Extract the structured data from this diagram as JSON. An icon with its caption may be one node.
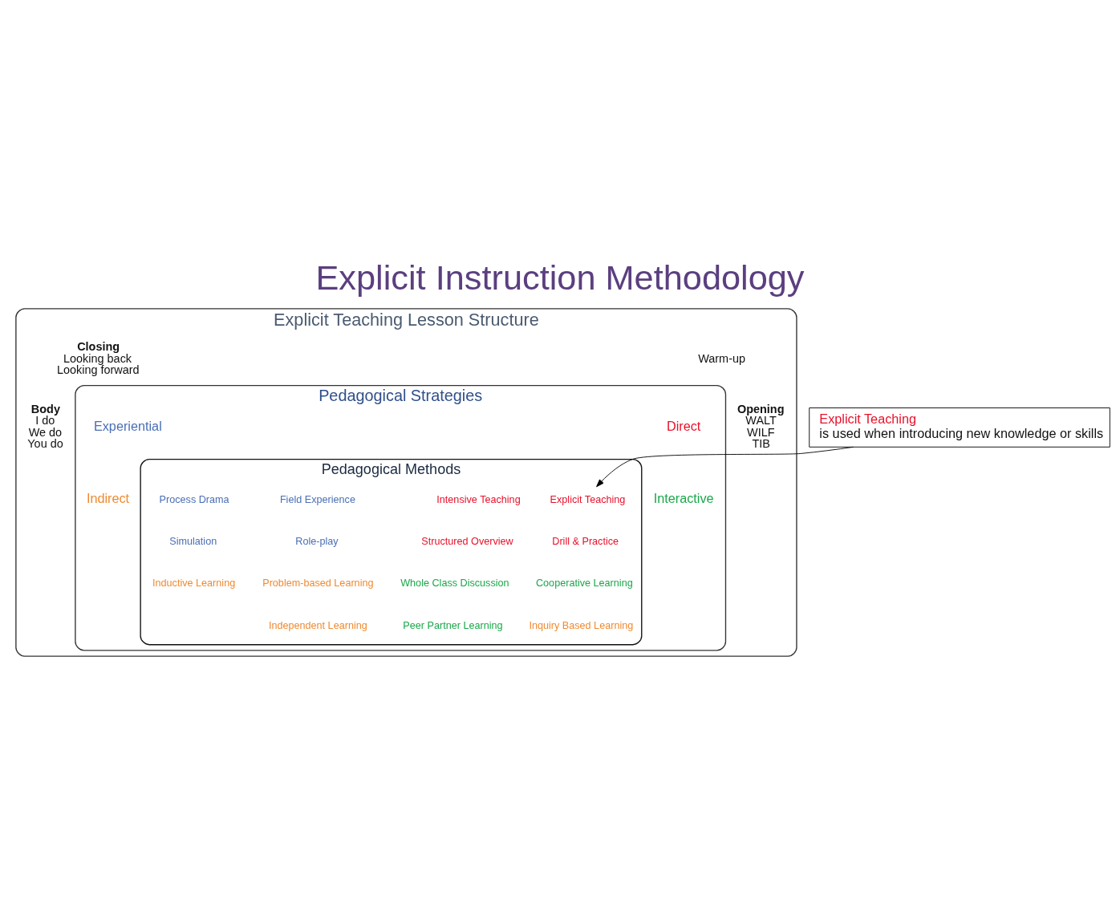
{
  "diagram": {
    "title": "Explicit Instruction Methodology",
    "nodes": [
      {
        "text": [
          "Explicit Teaching Lesson Structure"
        ]
      },
      {
        "text": [
          "Warm-up"
        ],
        "in": 0
      },
      {
        "text": [
          "Opening",
          "WALT",
          "WILF",
          "TIB"
        ],
        "in": 0
      },
      {
        "text": [
          "Closing",
          "Looking back",
          "Looking forward"
        ],
        "in": 0
      },
      {
        "text": [
          "Body",
          "I do",
          "We do",
          "You do"
        ],
        "in": 0
      },
      {
        "text": [
          "Pedagogical Strategies"
        ],
        "in": 0
      },
      {
        "text": [
          "Direct"
        ],
        "in": 5
      },
      {
        "text": [
          "Experiential"
        ],
        "in": 5
      },
      {
        "text": [
          "Interactive"
        ],
        "in": 5
      },
      {
        "text": [
          "Indirect"
        ],
        "in": 5
      },
      {
        "text": [
          "Pedagogical Methods"
        ],
        "in": 5
      },
      {
        "text": [
          "Intensive Teaching"
        ],
        "in": 10
      },
      {
        "text": [
          "Explicit Teaching"
        ],
        "in": 10
      },
      {
        "text": [
          "Structured Overview"
        ],
        "in": 10
      },
      {
        "text": [
          "Drill & Practice"
        ],
        "in": 10
      },
      {
        "text": [
          "Field Experience"
        ],
        "in": 10
      },
      {
        "text": [
          "Process Drama"
        ],
        "in": 10
      },
      {
        "text": [
          "Role-play"
        ],
        "in": 10
      },
      {
        "text": [
          "Simulation"
        ],
        "in": 10
      },
      {
        "text": [
          "Whole Class Discussion"
        ],
        "in": 10
      },
      {
        "text": [
          "Cooperative Learning"
        ],
        "in": 10
      },
      {
        "text": [
          "Peer Partner Learning"
        ],
        "in": 10
      },
      {
        "text": [
          "Problem-based Learning"
        ],
        "in": 10
      },
      {
        "text": [
          "Inductive Learning"
        ],
        "in": 10
      },
      {
        "text": [
          "Inquiry Based Learning"
        ],
        "in": 10
      },
      {
        "text": [
          "Independent Learning"
        ],
        "in": 10
      },
      {
        "text": [
          "Explicit Teaching",
          "is used when introducing new knowledge or skills"
        ]
      }
    ],
    "edges": [
      {
        "from": 26,
        "to": 12,
        "arrow": "to"
      }
    ]
  }
}
